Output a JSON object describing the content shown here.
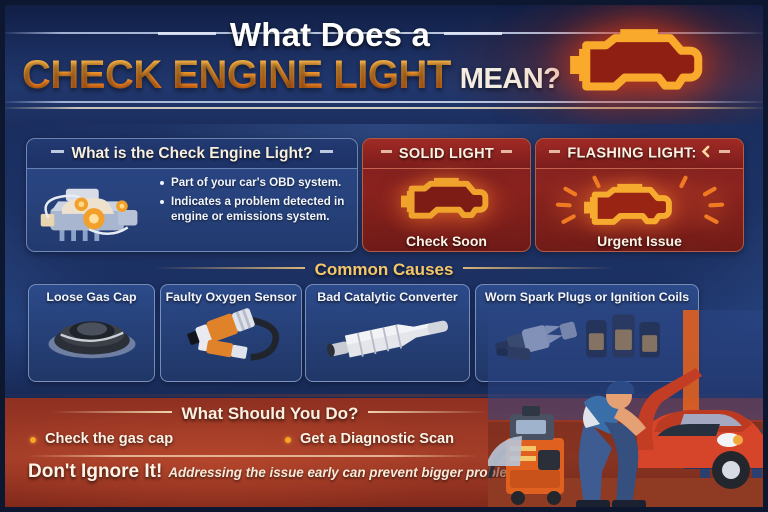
{
  "header": {
    "title_line1": "What Does a",
    "title_brand": "CHECK ENGINE LIGHT",
    "title_tail": "MEAN?",
    "icon": "check-engine-light-icon"
  },
  "what_is_panel": {
    "title": "What is the Check Engine Light?",
    "illustration": "car-engine-icon",
    "bullets": [
      "Part of your car's OBD system.",
      "Indicates a problem detected in engine or emissions system."
    ]
  },
  "warnings": [
    {
      "title": "SOLID LIGHT",
      "caption": "Check Soon",
      "icon": "check-engine-light-icon",
      "flashing": false
    },
    {
      "title": "FLASHING LIGHT:",
      "caption": "Urgent Issue",
      "icon": "check-engine-light-flashing-icon",
      "flashing": true
    }
  ],
  "common_causes": {
    "title": "Common Causes",
    "cards": [
      {
        "label": "Loose Gas Cap",
        "illustration": "gas-cap-icon"
      },
      {
        "label": "Faulty Oxygen Sensor",
        "illustration": "oxygen-sensor-icon"
      },
      {
        "label": "Bad Catalytic Converter",
        "illustration": "catalytic-converter-icon"
      },
      {
        "label": "Worn Spark Plugs or Ignition Coils",
        "illustration": "spark-plug-icon"
      }
    ]
  },
  "what_to_do": {
    "title": "What Should You Do?",
    "steps": [
      "Check the gas cap",
      "Get a Diagnostic Scan"
    ],
    "warning_strong": "Don't Ignore It!",
    "warning_note": "Addressing the issue early can prevent bigger problems!",
    "scene": "mechanic-inspecting-car-illustration"
  },
  "colors": {
    "background_navy": "#24407a",
    "accent_orange": "#f4811f",
    "warning_red": "#912622",
    "footer_red": "#a8412b",
    "cream": "#f7eedd",
    "gold": "#f6c76a"
  }
}
